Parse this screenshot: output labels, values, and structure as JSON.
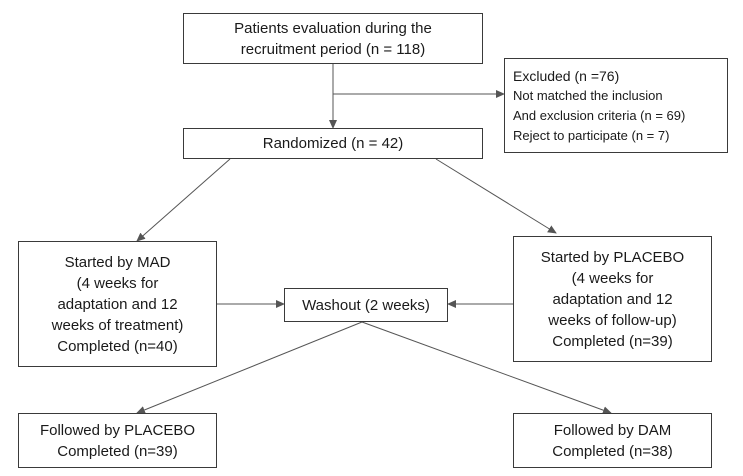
{
  "diagram": {
    "evaluation": {
      "lines": [
        "Patients evaluation during the",
        "recruitment period (n = 118)"
      ]
    },
    "excluded": {
      "lines": [
        "Excluded (n =76)",
        "Not matched the inclusion",
        "And exclusion criteria (n = 69)",
        "Reject to participate (n = 7)"
      ]
    },
    "randomized": {
      "lines": [
        "Randomized (n = 42)"
      ]
    },
    "started_mad": {
      "lines": [
        "Started by MAD",
        "(4 weeks for",
        "adaptation and 12",
        "weeks of treatment)",
        "Completed (n=40)"
      ]
    },
    "washout": {
      "lines": [
        "Washout (2 weeks)"
      ]
    },
    "started_placebo": {
      "lines": [
        "Started by PLACEBO",
        "(4 weeks for",
        "adaptation and 12",
        "weeks of follow-up)",
        "Completed (n=39)"
      ]
    },
    "followed_placebo": {
      "lines": [
        "Followed by PLACEBO",
        "Completed (n=39)"
      ]
    },
    "followed_dam": {
      "lines": [
        "Followed by DAM",
        "Completed (n=38)"
      ]
    },
    "colors": {
      "border": "#3a3a3a",
      "arrow": "#555555",
      "text": "#1a1a1a"
    }
  }
}
